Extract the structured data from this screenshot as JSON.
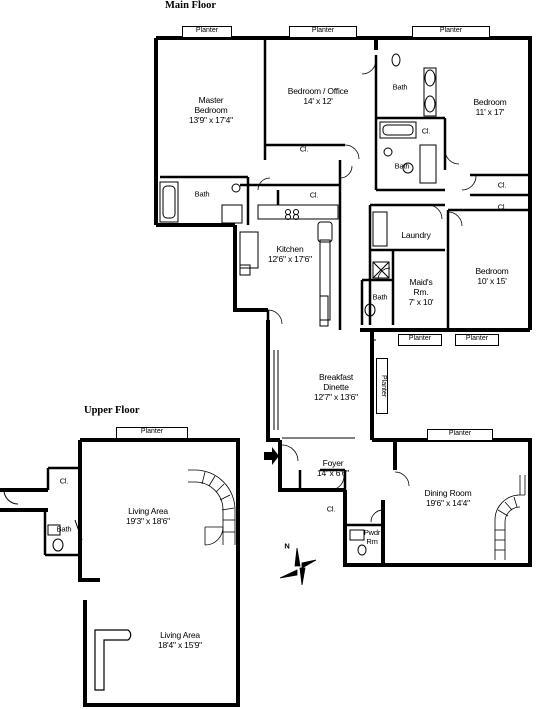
{
  "floors": {
    "main": "Main Floor",
    "upper": "Upper Floor"
  },
  "planter_label": "Planter",
  "closet_label": "Cl.",
  "bath_label": "Bath",
  "rooms": {
    "master_bedroom": {
      "name": "Master\nBedroom",
      "size": "13'9\" x 17'4\""
    },
    "bedroom_office": {
      "name": "Bedroom / Office",
      "size": "14' x 12'"
    },
    "bedroom_1": {
      "name": "Bedroom",
      "size": "11' x 17'"
    },
    "kitchen": {
      "name": "Kitchen",
      "size": "12'6\" x 17'6\""
    },
    "laundry": {
      "name": "Laundry"
    },
    "maids_room": {
      "name": "Maid's\nRm.",
      "size": "7' x 10'"
    },
    "bedroom_2": {
      "name": "Bedroom",
      "size": "10' x 15'"
    },
    "breakfast_dinette": {
      "name": "Breakfast\nDinette",
      "size": "12'7\" x 13'6\""
    },
    "foyer": {
      "name": "Foyer",
      "size": "14' x 6'6\""
    },
    "dining_room": {
      "name": "Dining Room",
      "size": "19'6\" x 14'4\""
    },
    "powder_room": {
      "name": "Pwdr\nRm"
    },
    "living_area_1": {
      "name": "Living Area",
      "size": "19'3\" x 18'6\""
    },
    "living_area_2": {
      "name": "Living Area",
      "size": "18'4\" x 15'9\""
    }
  },
  "compass": {
    "north": "N"
  },
  "colors": {
    "wall": "#000000",
    "background": "#ffffff"
  }
}
